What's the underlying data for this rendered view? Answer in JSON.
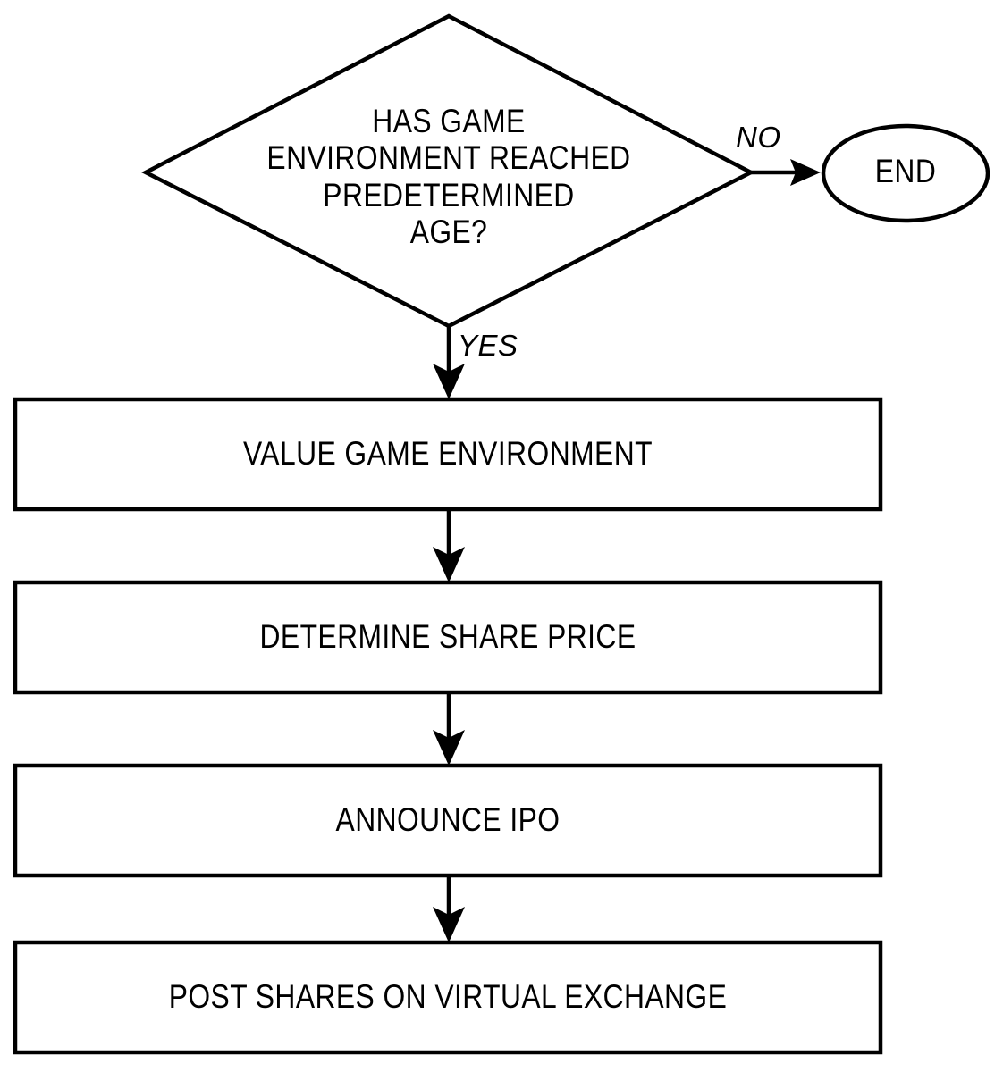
{
  "diagram": {
    "type": "flowchart",
    "title": "",
    "decision": {
      "label": "HAS GAME\nENVIRONMENT REACHED\nPREDETERMINED\nAGE?",
      "shape": "diamond"
    },
    "terminator": {
      "label": "END",
      "shape": "oval"
    },
    "edges": {
      "no_label": "NO",
      "yes_label": "YES"
    },
    "steps": [
      {
        "label": "VALUE GAME ENVIRONMENT",
        "shape": "rectangle"
      },
      {
        "label": "DETERMINE SHARE PRICE",
        "shape": "rectangle"
      },
      {
        "label": "ANNOUNCE IPO",
        "shape": "rectangle"
      },
      {
        "label": "POST SHARES ON VIRTUAL EXCHANGE",
        "shape": "rectangle"
      }
    ],
    "colors": {
      "stroke": "#000000",
      "fill": "#ffffff",
      "text": "#000000"
    }
  }
}
